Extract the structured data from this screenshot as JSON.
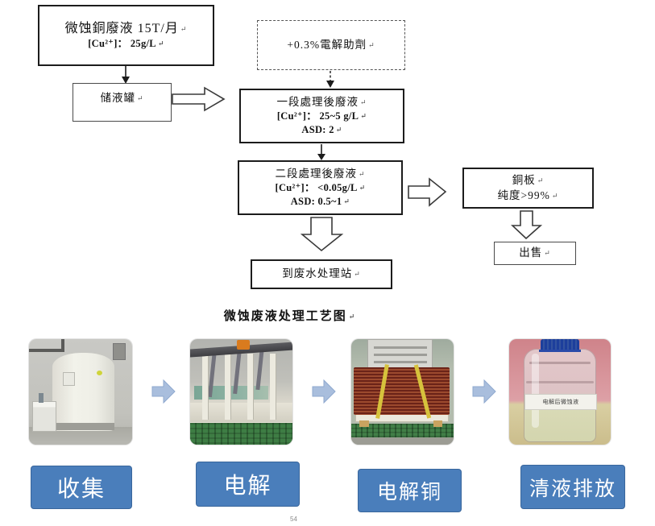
{
  "mark": "↵",
  "flowchart": {
    "source_box": {
      "line1": "微蚀銅廢液 15T/月",
      "line2": "[Cu²⁺]： 25g/L"
    },
    "storage_box": {
      "label": "储液罐"
    },
    "additive_box": {
      "label": "+0.3%電解助劑"
    },
    "stage1_box": {
      "line1": "一段處理後廢液",
      "line2": "[Cu²⁺]： 25~5 g/L",
      "line3": "ASD: 2"
    },
    "stage2_box": {
      "line1": "二段處理後廢液",
      "line2": "[Cu²⁺]： <0.05g/L",
      "line3": "ASD: 0.5~1"
    },
    "copper_box": {
      "line1": "銅板",
      "line2": "纯度>99%"
    },
    "sell_box": {
      "label": "出售"
    },
    "wastewater_box": {
      "label": "到废水处理站"
    }
  },
  "section_title": "微蚀废液处理工艺图",
  "photo_strip": {
    "bottle_label": "电解后微蚀液",
    "steps": [
      {
        "label": "收集"
      },
      {
        "label": "电解"
      },
      {
        "label": "电解铜"
      },
      {
        "label": "清液排放"
      }
    ]
  },
  "page_number": "54",
  "colors": {
    "step_label_bg": "#4a7ebb",
    "step_label_border": "#39669c",
    "photo_arrow": "#a9bedd",
    "photo_arrow_edge": "#8fa9cf"
  }
}
